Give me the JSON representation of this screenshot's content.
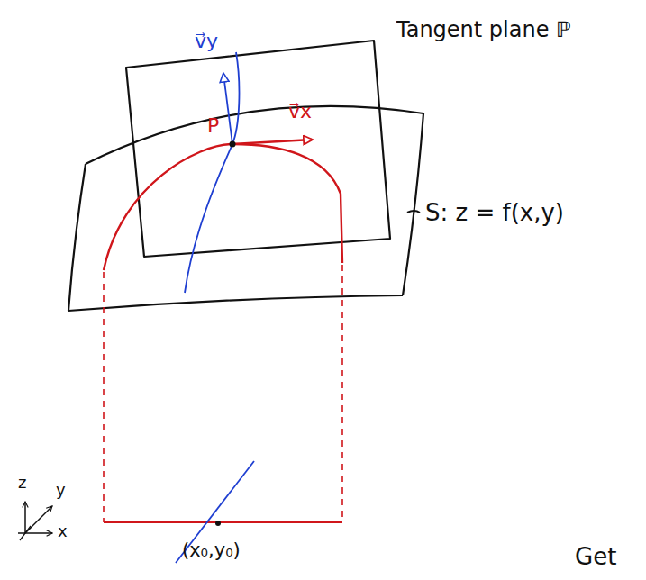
{
  "diagram": {
    "labels": [
      "Tangent plane ℙ",
      "v⃗y",
      "v⃗x",
      "P",
      "S: z = f(x,y)",
      "z",
      "y",
      "x",
      "(x₀,y₀)",
      "Get"
    ]
  }
}
